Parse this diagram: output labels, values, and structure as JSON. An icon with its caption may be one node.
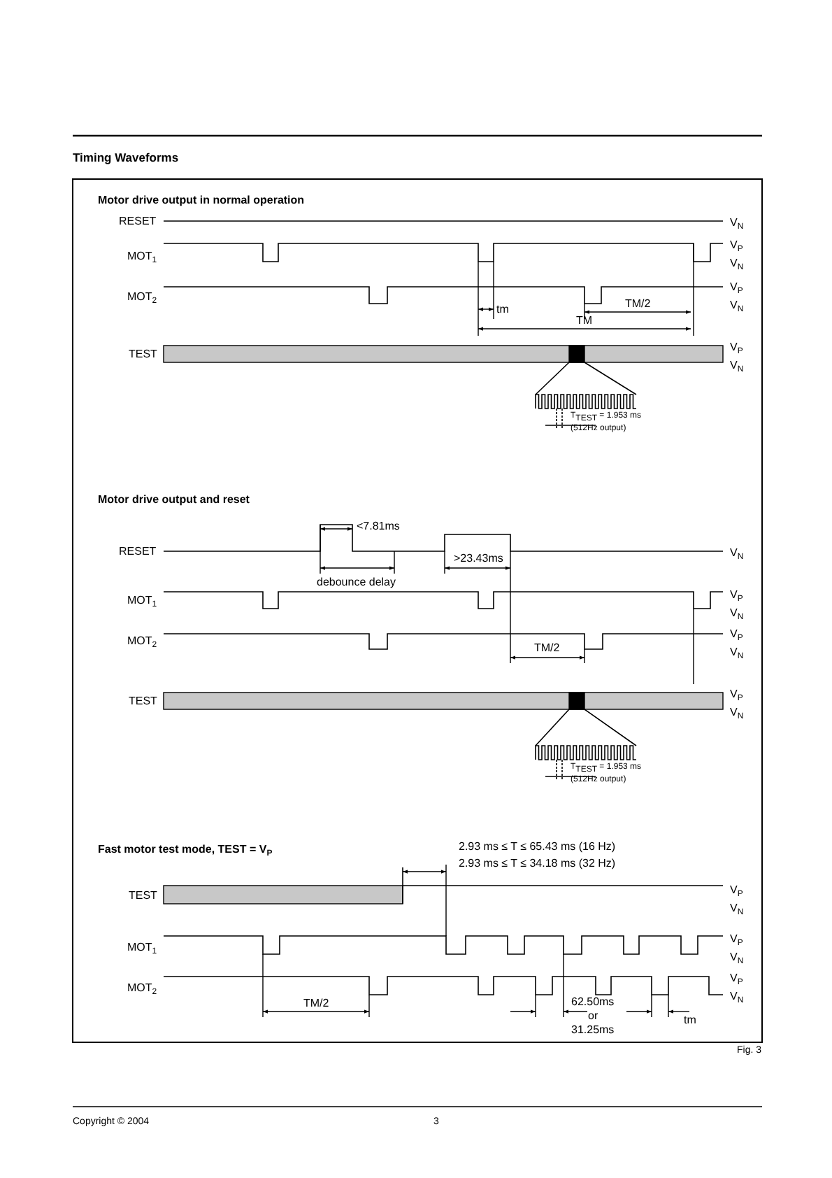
{
  "diagram": {
    "title": "Timing Waveforms",
    "labels": [
      "Motor drive output in normal operation",
      "RESET",
      "V$_{N}$",
      "MOT$_{1}$",
      "V$_{P}$",
      "V$_{N}$",
      "MOT$_{2}$",
      "V$_{P}$",
      "tm",
      "TM/2",
      "V$_{N}$",
      "TM",
      "TEST",
      "V$_{P}$",
      "V$_{N}$",
      "T$_{TEST}$ = 1.953 ms",
      "(512Hz output)",
      "Motor drive output and reset",
      "<7.81ms",
      "RESET",
      ">23.43ms",
      "V$_{N}$",
      "debounce delay",
      "MOT$_{1}$",
      "V$_{P}$",
      "V$_{N}$",
      "MOT$_{2}$",
      "V$_{P}$",
      "V$_{N}$",
      "TM/2",
      "TEST",
      "V$_{P}$",
      "V$_{N}$",
      "T$_{TEST}$ = 1.953 ms",
      "(512Hz output)",
      "Fast motor test mode, TEST = V$_{P}$",
      "2.93 ms ≤ T ≤ 65.43 ms (16 Hz)",
      "2.93 ms ≤ T ≤ 34.18 ms (32 Hz)",
      "TEST",
      "V$_{P}$",
      "V$_{N}$",
      "MOT$_{1}$",
      "V$_{P}$",
      "V$_{N}$",
      "MOT$_{2}$",
      "V$_{P}$",
      "V$_{N}$",
      "TM/2",
      "62.50ms",
      "or",
      "31.25ms",
      "tm",
      "Fig. 3",
      "Copyright © 2004",
      "3"
    ]
  }
}
